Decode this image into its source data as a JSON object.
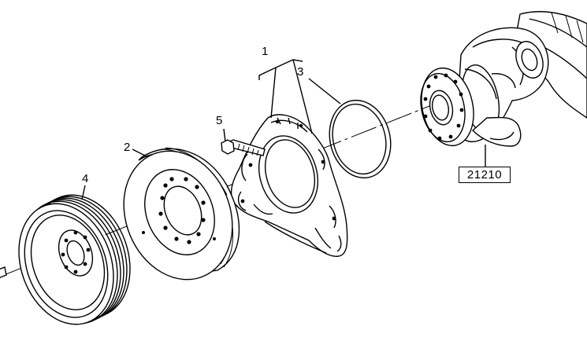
{
  "callouts": {
    "seal_housing": "1",
    "damper": "2",
    "seal_ring": "3",
    "pulley": "4",
    "bolt": "5"
  },
  "reference_box": "21210"
}
